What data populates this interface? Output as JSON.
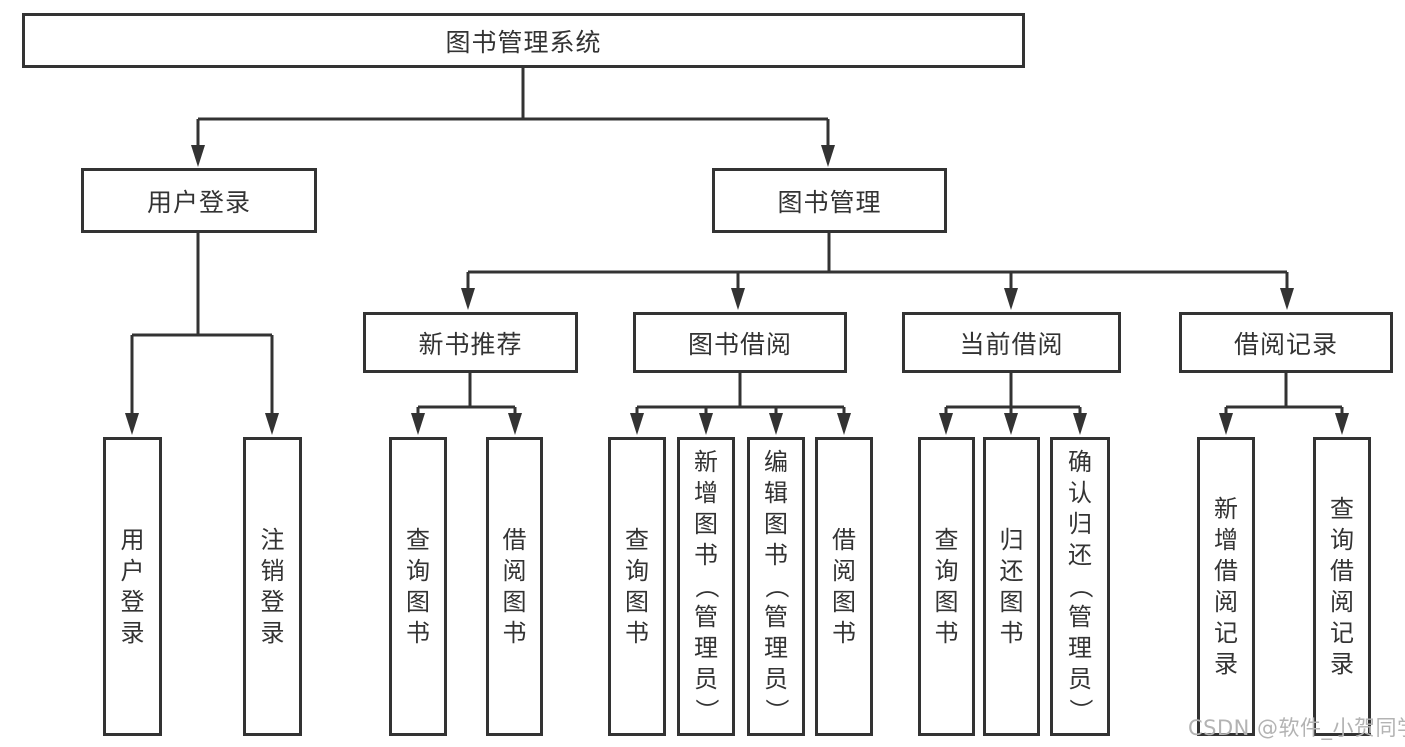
{
  "colors": {
    "line": "#333333",
    "text": "#333333",
    "watermark": "#b3b3b3"
  },
  "watermark": "CSDN @软件_小贺同学",
  "tree": {
    "root": "图书管理系统",
    "branches": [
      {
        "label": "用户登录",
        "children": [
          "用户登录",
          "注销登录"
        ]
      },
      {
        "label": "图书管理",
        "groups": [
          {
            "label": "新书推荐",
            "children": [
              "查询图书",
              "借阅图书"
            ]
          },
          {
            "label": "图书借阅",
            "children": [
              "查询图书",
              "新增图书（管理员）",
              "编辑图书（管理员）",
              "借阅图书"
            ]
          },
          {
            "label": "当前借阅",
            "children": [
              "查询图书",
              "归还图书",
              "确认归还（管理员）"
            ]
          },
          {
            "label": "借阅记录",
            "children": [
              "新增借阅记录",
              "查询借阅记录"
            ]
          }
        ]
      }
    ]
  }
}
